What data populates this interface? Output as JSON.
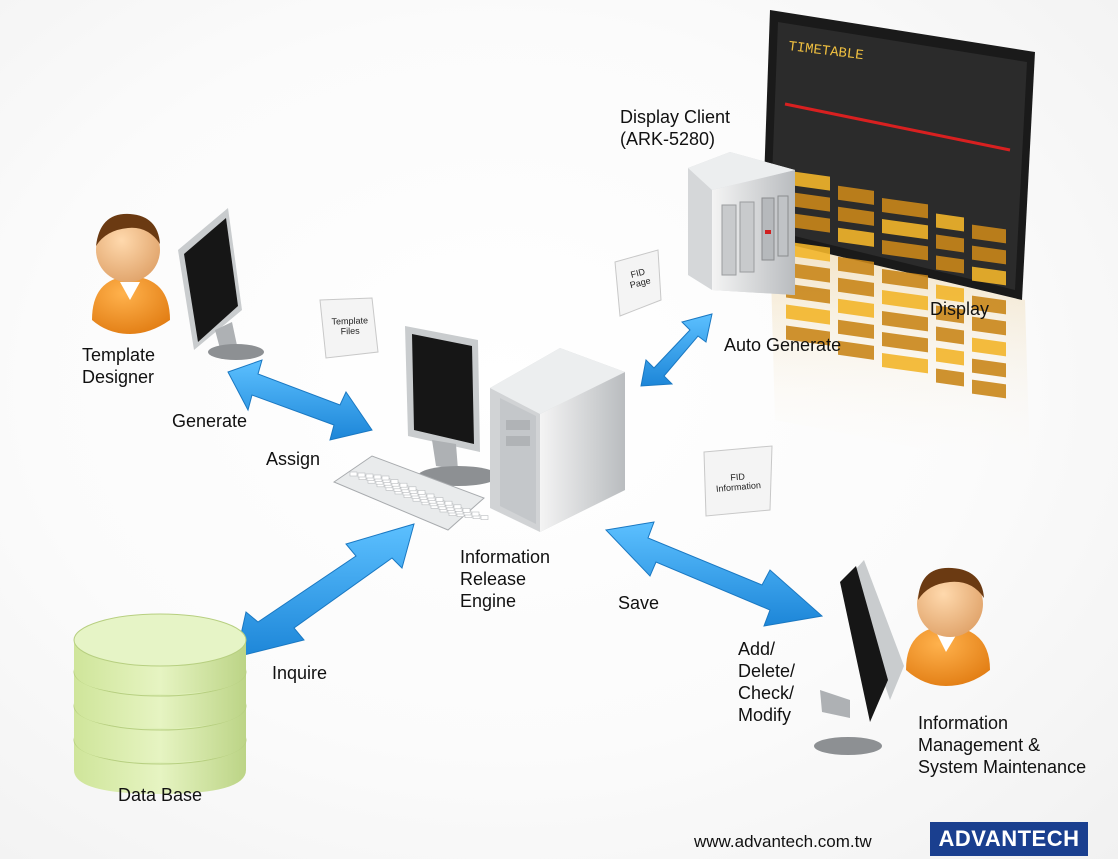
{
  "labels": {
    "template_designer": "Template\nDesigner",
    "generate": "Generate",
    "assign": "Assign",
    "template_files": "Template\nFiles",
    "fid_page": "FID\nPage",
    "auto_generate": "Auto Generate",
    "display_client": "Display Client\n(ARK-5280)",
    "display": "Display",
    "fid_information": "FID\nInformation",
    "engine": "Information\nRelease\nEngine",
    "save": "Save",
    "add_delete": "Add/\nDelete/\nCheck/\nModify",
    "inquire": "Inquire",
    "data_base": "Data Base",
    "info_mgmt": "Information\nManagement &\nSystem Maintenance"
  },
  "timetable_title": "TIMETABLE",
  "footer": {
    "url": "www.advantech.com.tw",
    "brand": "ADVANTECH"
  },
  "colors": {
    "arrow": "#2a9fe8",
    "person": "#f28c1e",
    "database": "#d8ecaa",
    "brand": "#1a3f8f",
    "board": "#e8a21a"
  }
}
